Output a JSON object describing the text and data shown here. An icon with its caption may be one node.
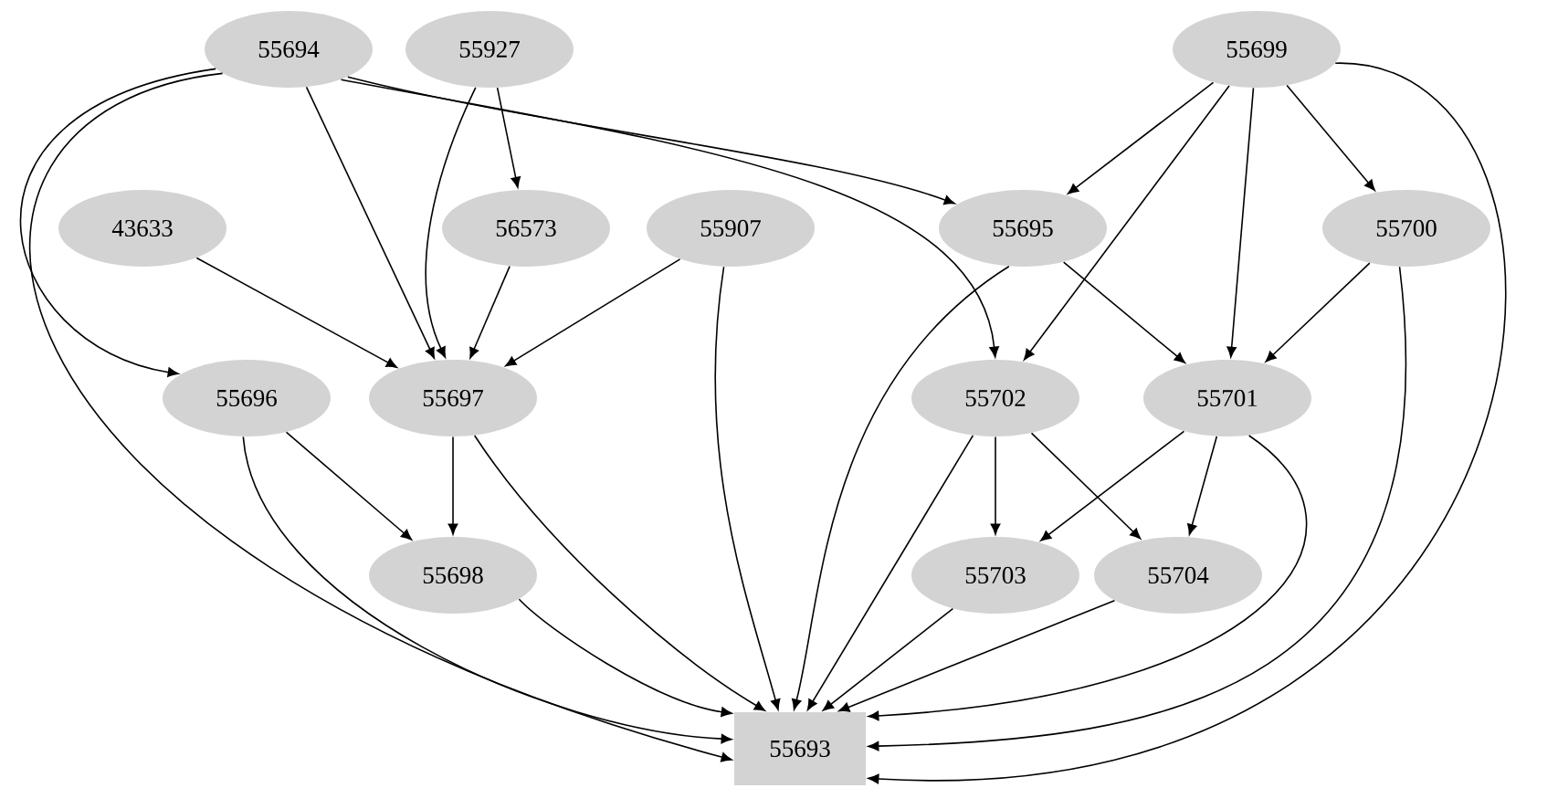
{
  "diagram": {
    "nodes": [
      {
        "text": [
          "55694"
        ]
      },
      {
        "text": [
          "55927"
        ]
      },
      {
        "text": [
          "55699"
        ]
      },
      {
        "text": [
          "43633"
        ]
      },
      {
        "text": [
          "56573"
        ]
      },
      {
        "text": [
          "55907"
        ]
      },
      {
        "text": [
          "55695"
        ]
      },
      {
        "text": [
          "55700"
        ]
      },
      {
        "text": [
          "55696"
        ]
      },
      {
        "text": [
          "55697"
        ]
      },
      {
        "text": [
          "55702"
        ]
      },
      {
        "text": [
          "55701"
        ]
      },
      {
        "text": [
          "55698"
        ]
      },
      {
        "text": [
          "55703"
        ]
      },
      {
        "text": [
          "55704"
        ]
      },
      {
        "text": [
          "55693"
        ]
      }
    ],
    "edges": [
      {
        "from": 0,
        "to": 9,
        "arrow": "to"
      },
      {
        "from": 0,
        "to": 8,
        "arrow": "to"
      },
      {
        "from": 0,
        "to": 15,
        "arrow": "to"
      },
      {
        "from": 0,
        "to": 6,
        "arrow": "to"
      },
      {
        "from": 0,
        "to": 10,
        "arrow": "to"
      },
      {
        "from": 1,
        "to": 4,
        "arrow": "to"
      },
      {
        "from": 1,
        "to": 9,
        "arrow": "to"
      },
      {
        "from": 3,
        "to": 9,
        "arrow": "to"
      },
      {
        "from": 4,
        "to": 9,
        "arrow": "to"
      },
      {
        "from": 5,
        "to": 9,
        "arrow": "to"
      },
      {
        "from": 5,
        "to": 15,
        "arrow": "to"
      },
      {
        "from": 2,
        "to": 6,
        "arrow": "to"
      },
      {
        "from": 2,
        "to": 10,
        "arrow": "to"
      },
      {
        "from": 2,
        "to": 11,
        "arrow": "to"
      },
      {
        "from": 2,
        "to": 7,
        "arrow": "to"
      },
      {
        "from": 2,
        "to": 15,
        "arrow": "to"
      },
      {
        "from": 6,
        "to": 11,
        "arrow": "to"
      },
      {
        "from": 6,
        "to": 15,
        "arrow": "to"
      },
      {
        "from": 7,
        "to": 11,
        "arrow": "to"
      },
      {
        "from": 7,
        "to": 15,
        "arrow": "to"
      },
      {
        "from": 8,
        "to": 12,
        "arrow": "to"
      },
      {
        "from": 8,
        "to": 15,
        "arrow": "to"
      },
      {
        "from": 9,
        "to": 12,
        "arrow": "to"
      },
      {
        "from": 9,
        "to": 15,
        "arrow": "to"
      },
      {
        "from": 10,
        "to": 13,
        "arrow": "to"
      },
      {
        "from": 10,
        "to": 14,
        "arrow": "to"
      },
      {
        "from": 10,
        "to": 15,
        "arrow": "to"
      },
      {
        "from": 11,
        "to": 13,
        "arrow": "to"
      },
      {
        "from": 11,
        "to": 14,
        "arrow": "to"
      },
      {
        "from": 11,
        "to": 15,
        "arrow": "to"
      },
      {
        "from": 12,
        "to": 15,
        "arrow": "to"
      },
      {
        "from": 13,
        "to": 15,
        "arrow": "to"
      },
      {
        "from": 14,
        "to": 15,
        "arrow": "to"
      }
    ]
  }
}
